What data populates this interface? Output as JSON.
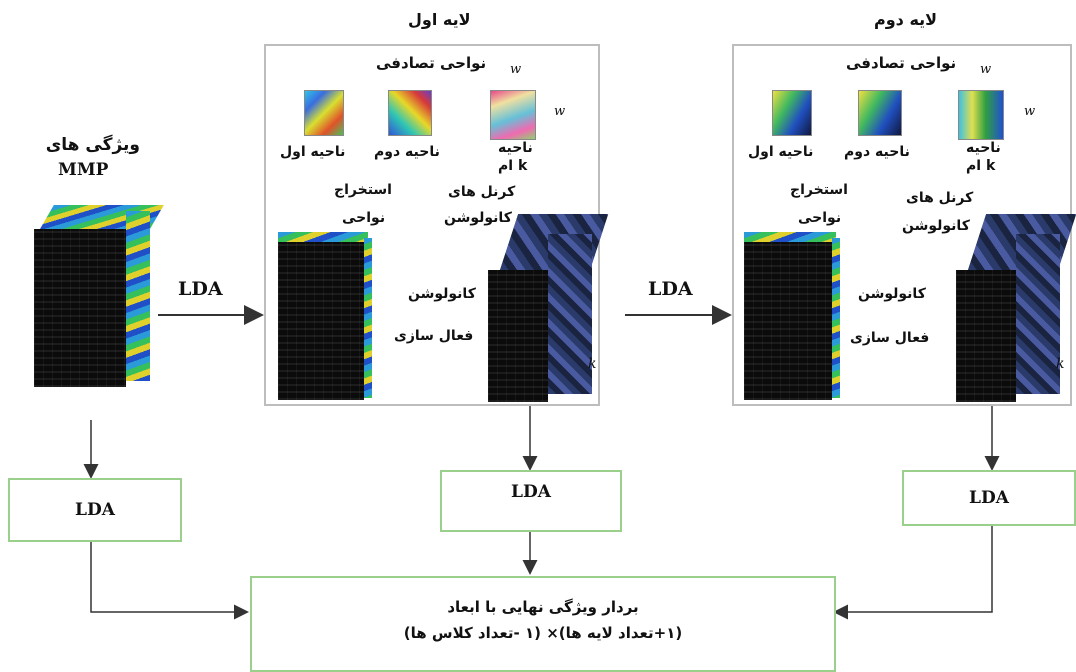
{
  "mmp": {
    "line1": "ویژگی های",
    "line2": "MMP"
  },
  "layer1": {
    "title": "لایه اول",
    "random_regions": "نواحی تصادفی",
    "w": "w",
    "region_first": "ناحیه اول",
    "region_second": "ناحیه دوم",
    "region_k_line1": "ناحیه",
    "region_k_line2": "k ام",
    "extract_line1": "استخراج",
    "extract_line2": "نواحی",
    "kernels_line1": "کرنل های",
    "kernels_line2": "کانولوشن",
    "convolution": "کانولوشن",
    "activation": "فعال سازی",
    "k": "k"
  },
  "layer2": {
    "title": "لایه دوم",
    "random_regions": "نواحی تصادفی",
    "w": "w",
    "region_first": "ناحیه اول",
    "region_second": "ناحیه دوم",
    "region_k_line1": "ناحیه",
    "region_k_line2": "k ام",
    "extract_line1": "استخراج",
    "extract_line2": "نواحی",
    "kernels_line1": "کرنل های",
    "kernels_line2": "کانولوشن",
    "convolution": "کانولوشن",
    "activation": "فعال سازی",
    "k": "k"
  },
  "lda_arrow_1": "LDA",
  "lda_arrow_2": "LDA",
  "lda_box_1": "LDA",
  "lda_box_2": "LDA",
  "lda_box_3": "LDA",
  "final": {
    "line1": "بردار ویژگی نهایی با ابعاد",
    "line2": "(۱+تعداد لایه ها)× (۱ -تعداد کلاس ها)"
  },
  "colors": {
    "box_border": "#bdbdbd",
    "lda_border": "#9bd08c",
    "arrow": "#333333"
  }
}
